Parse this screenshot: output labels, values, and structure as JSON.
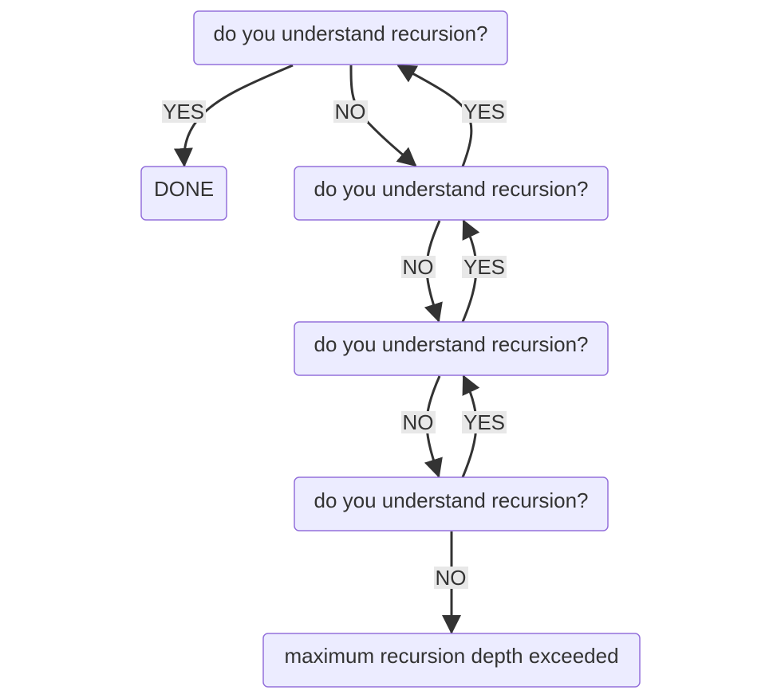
{
  "diagram": {
    "type": "flowchart",
    "colors": {
      "node_fill": "#ECECFF",
      "node_border": "#9370DB",
      "edge": "#333333",
      "label_bg": "#E8E8E8",
      "text": "#333333"
    },
    "nodes": {
      "q1": "do you understand recursion?",
      "done": "DONE",
      "q2": "do you understand recursion?",
      "q3": "do you understand recursion?",
      "q4": "do you understand recursion?",
      "max": "maximum recursion depth exceeded"
    },
    "edges": {
      "q1_done": "YES",
      "q1_q2": "NO",
      "q2_q1": "YES",
      "q2_q3": "NO",
      "q3_q2": "YES",
      "q3_q4": "NO",
      "q4_q3": "YES",
      "q4_max": "NO"
    }
  }
}
